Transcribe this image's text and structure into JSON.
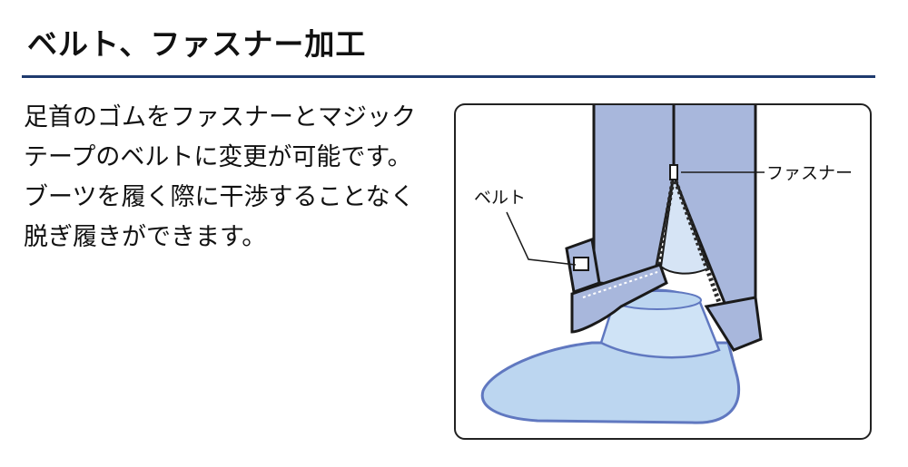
{
  "heading": {
    "title": "ベルト、ファスナー加工"
  },
  "description": {
    "lines": [
      "足首のゴムをファスナーとマジック",
      "テープのベルトに変更が可能です。",
      "ブーツを履く際に干渉することなく",
      "脱ぎ履きができます。"
    ]
  },
  "illustration": {
    "labels": {
      "fastener": "ファスナー",
      "belt": "ベルト"
    }
  },
  "colors": {
    "heading_rule": "#1e3a6e",
    "pants": "#a8b7dc",
    "boot": "#bcd6f0",
    "boot_outline": "#6078c0"
  }
}
